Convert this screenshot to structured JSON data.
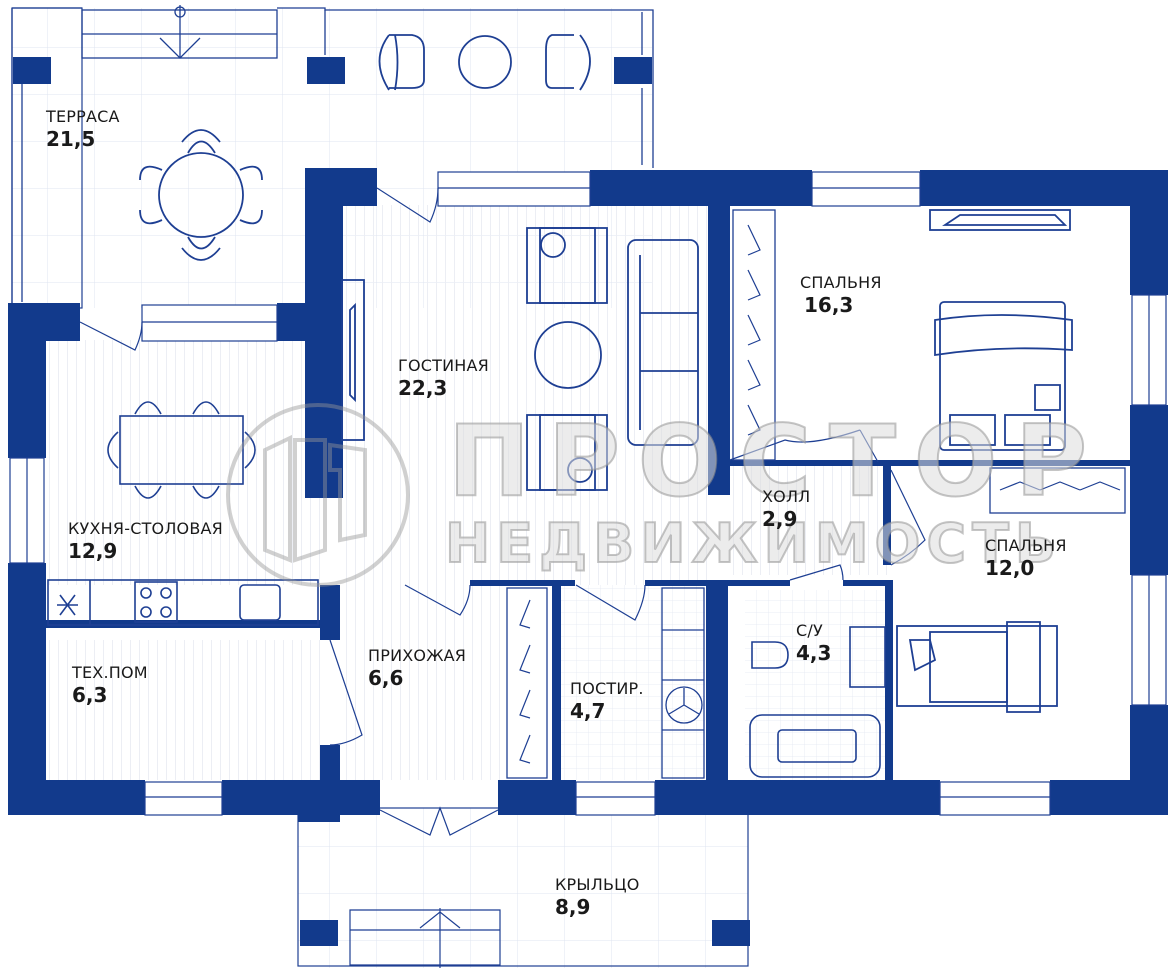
{
  "plan": {
    "wall_color": "#123a8c",
    "line_color": "#1e3f93",
    "grid_color": "#d6dcec",
    "rooms": [
      {
        "id": "terrace",
        "name": "ТЕРРАСА",
        "area": "21,5"
      },
      {
        "id": "living",
        "name": "ГОСТИНАЯ",
        "area": "22,3"
      },
      {
        "id": "bedroom1",
        "name": "СПАЛЬНЯ",
        "area": "16,3"
      },
      {
        "id": "kitchen",
        "name": "КУХНЯ-СТОЛОВАЯ",
        "area": "12,9"
      },
      {
        "id": "hall",
        "name": "ХОЛЛ",
        "area": "2,9"
      },
      {
        "id": "bedroom2",
        "name": "СПАЛЬНЯ",
        "area": "12,0"
      },
      {
        "id": "tech",
        "name": "ТЕХ.ПОМ",
        "area": "6,3"
      },
      {
        "id": "entry",
        "name": "ПРИХОЖАЯ",
        "area": "6,6"
      },
      {
        "id": "bathroom",
        "name": "С/У",
        "area": "4,3"
      },
      {
        "id": "laundry",
        "name": "ПОСТИР.",
        "area": "4,7"
      },
      {
        "id": "porch",
        "name": "КРЫЛЬЦО",
        "area": "8,9"
      }
    ]
  },
  "watermark": {
    "line1": "ПРОСТОР",
    "line2": "НЕДВИЖИМОСТЬ"
  }
}
